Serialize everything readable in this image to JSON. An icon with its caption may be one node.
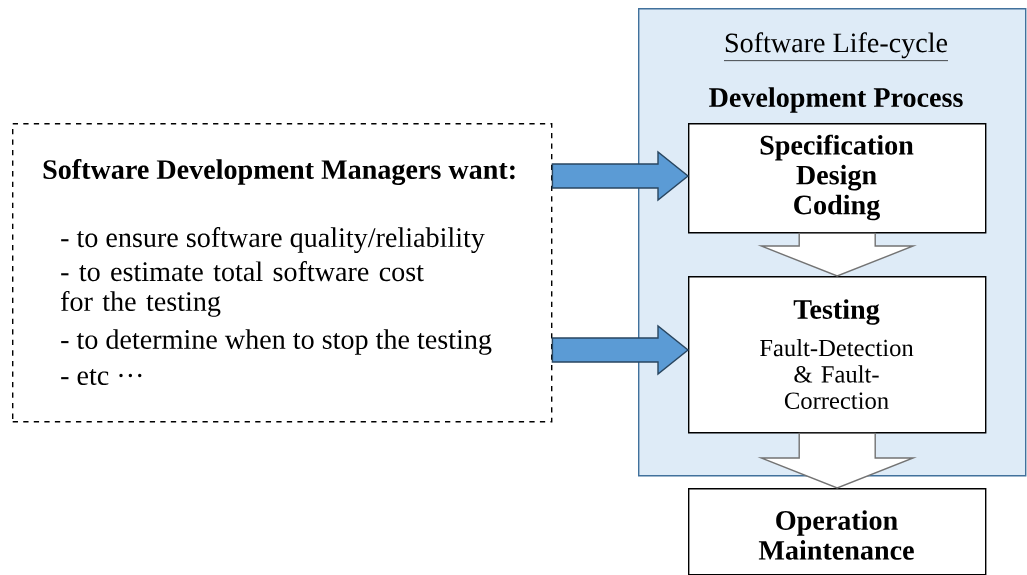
{
  "diagram": {
    "nodes": [
      {
        "text": [
          "Software Development Managers want:",
          "- to ensure software quality/reliability",
          "- to estimate total software cost for the testing",
          "- to determine when to stop the testing",
          "- etc ···"
        ]
      },
      {
        "text": [
          "Software Life-cycle",
          "Development Process"
        ]
      },
      {
        "text": [
          "Specification Design Coding"
        ],
        "in": 1
      },
      {
        "text": [
          "Testing",
          "Fault-Detection & Fault-Correction"
        ],
        "in": 1
      },
      {
        "text": [
          "Operation Maintenance"
        ]
      }
    ],
    "edges": [
      {
        "from": 0,
        "to": 2,
        "arrow": "to",
        "color": "#5b9bd5"
      },
      {
        "from": 0,
        "to": 3,
        "arrow": "to",
        "color": "#5b9bd5"
      },
      {
        "from": 2,
        "to": 3,
        "arrow": "to",
        "color": "#ffffff"
      },
      {
        "from": 3,
        "to": 4,
        "arrow": "to",
        "color": "#ffffff"
      }
    ]
  }
}
